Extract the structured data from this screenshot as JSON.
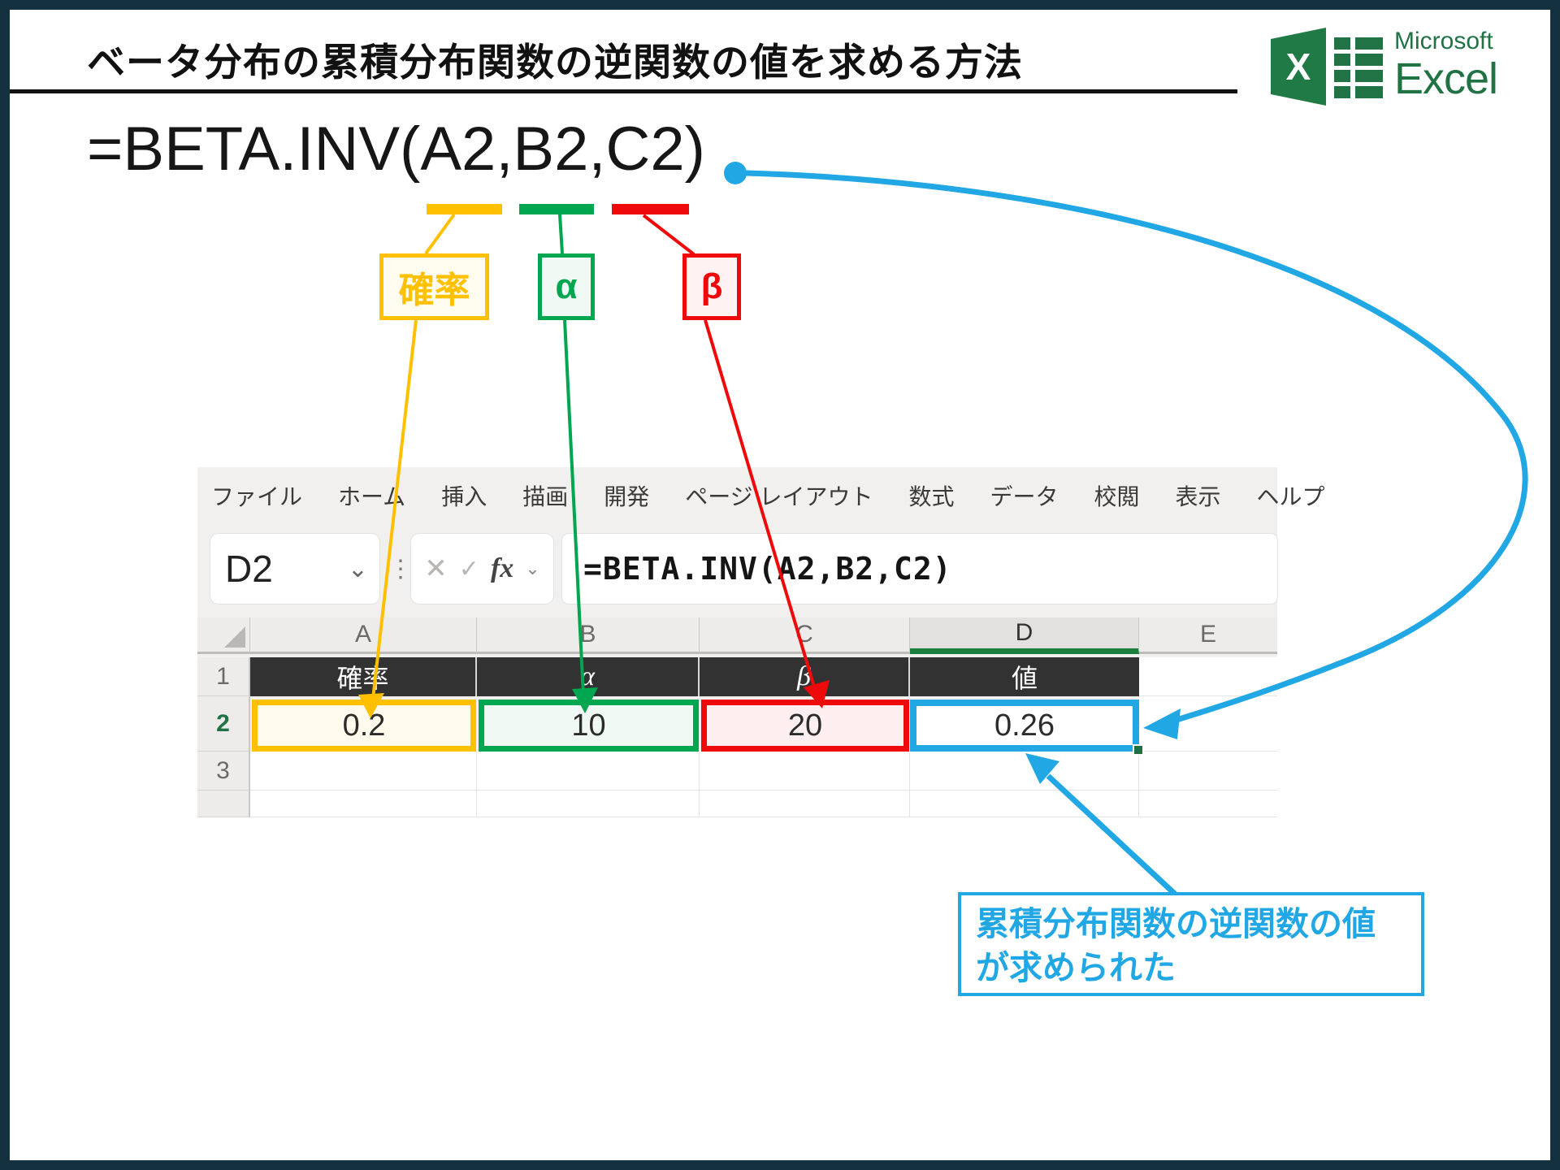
{
  "page": {
    "title": "ベータ分布の累積分布関数の逆関数の値を求める方法"
  },
  "brand": {
    "microsoft": "Microsoft",
    "excel": "Excel",
    "icon_x": "X"
  },
  "formula": {
    "text": "=BETA.INV(A2,B2,C2)",
    "labels": {
      "probability": "確率",
      "alpha": "α",
      "beta": "β"
    }
  },
  "excel": {
    "tabs": [
      "ファイル",
      "ホーム",
      "挿入",
      "描画",
      "開発",
      "ページ レイアウト",
      "数式",
      "データ",
      "校閲",
      "表示",
      "ヘルプ"
    ],
    "name_box": "D2",
    "icons": {
      "cancel": "✕",
      "enter": "✓",
      "fx": "fx",
      "chevron": "⌄",
      "dots": "⋮"
    },
    "formula_bar": "=BETA.INV(A2,B2,C2)",
    "columns": [
      "A",
      "B",
      "C",
      "D",
      "E"
    ],
    "active_column": "D",
    "row_numbers": [
      "1",
      "2",
      "3"
    ],
    "active_row": "2",
    "sheet": {
      "header_row": {
        "a": "確率",
        "b": "α",
        "c": "β",
        "d": "値"
      },
      "value_row": {
        "a": "0.2",
        "b": "10",
        "c": "20",
        "d": "0.26"
      }
    }
  },
  "callout": {
    "line1": "累積分布関数の逆関数の値",
    "line2": "が求められた"
  },
  "colors": {
    "frame": "#14313f",
    "excel_green": "#217346",
    "gold": "#ffc000",
    "green": "#00a650",
    "red": "#ee0a0a",
    "blue": "#22a7e5",
    "dark_row": "#323232"
  }
}
